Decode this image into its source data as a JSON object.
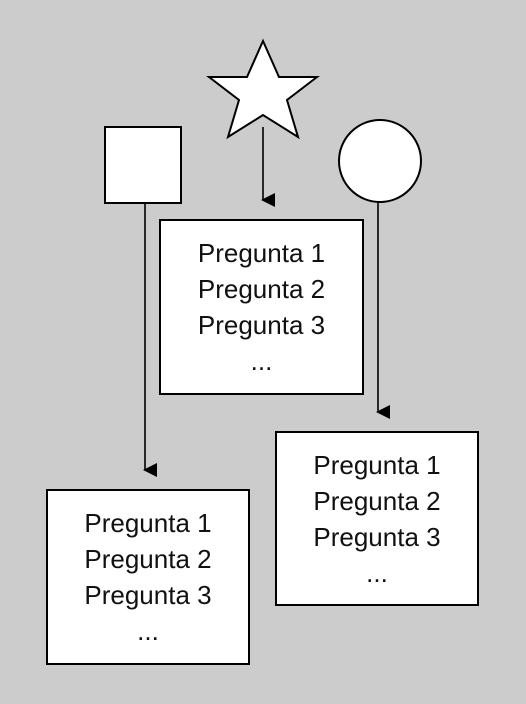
{
  "diagram": {
    "shapes": [
      {
        "name": "square",
        "icon": "square-icon"
      },
      {
        "name": "star",
        "icon": "star-icon"
      },
      {
        "name": "circle",
        "icon": "circle-icon"
      }
    ],
    "boxes": [
      {
        "lines": [
          "Pregunta 1",
          "Pregunta 2",
          "Pregunta 3",
          "..."
        ]
      },
      {
        "lines": [
          "Pregunta 1",
          "Pregunta 2",
          "Pregunta 3",
          "..."
        ]
      },
      {
        "lines": [
          "Pregunta 1",
          "Pregunta 2",
          "Pregunta 3",
          "..."
        ]
      }
    ],
    "colors": {
      "background": "#cccccc",
      "fill": "#ffffff",
      "stroke": "#000000"
    }
  }
}
